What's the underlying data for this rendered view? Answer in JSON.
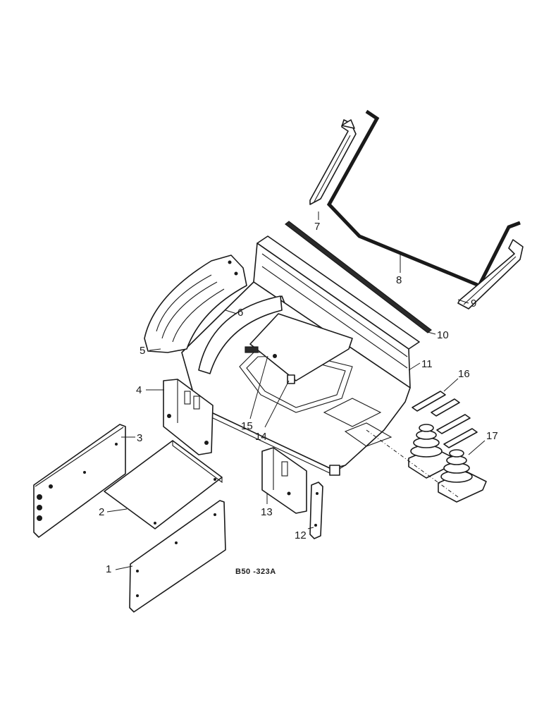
{
  "diagram": {
    "callouts": [
      "1",
      "2",
      "3",
      "4",
      "5",
      "6",
      "7",
      "8",
      "9",
      "10",
      "11",
      "12",
      "13",
      "14",
      "15",
      "16",
      "17"
    ],
    "reference_code": "B50 -323A"
  }
}
